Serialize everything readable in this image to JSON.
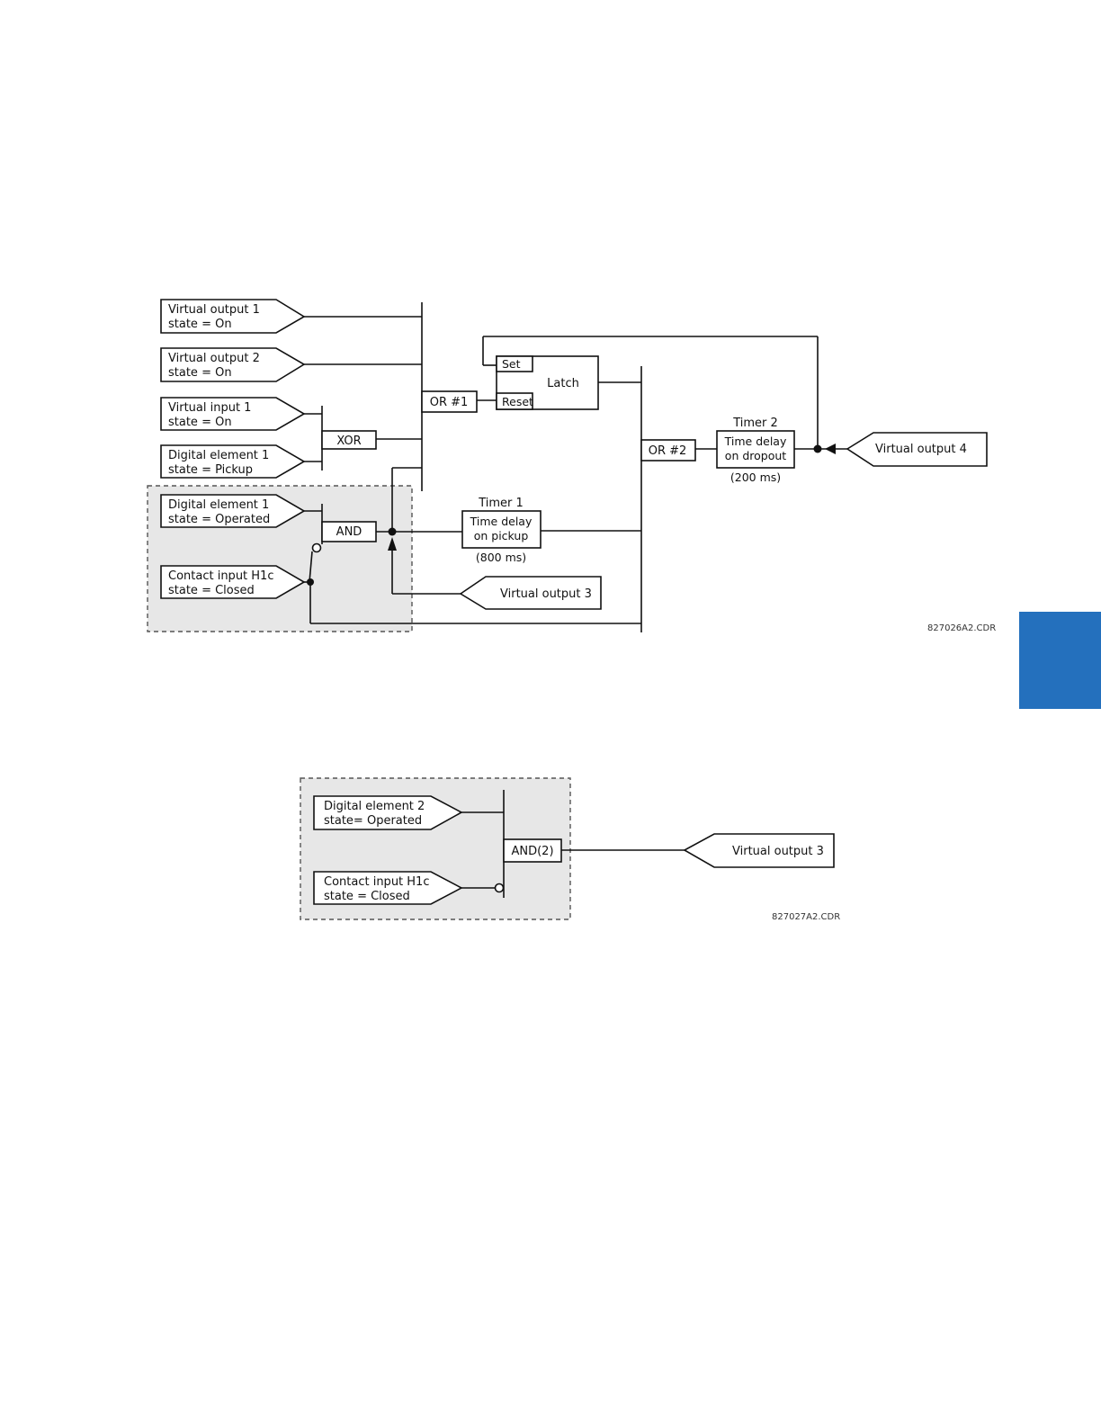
{
  "diagram1": {
    "inputs": {
      "vo1": [
        "Virtual output 1",
        "state = On"
      ],
      "vo2": [
        "Virtual output 2",
        "state = On"
      ],
      "vi1": [
        "Virtual input 1",
        "state = On"
      ],
      "de1p": [
        "Digital element 1",
        "state = Pickup"
      ],
      "de1o": [
        "Digital element 1",
        "state = Operated"
      ],
      "ci": [
        "Contact input H1c",
        "state = Closed"
      ]
    },
    "gates": {
      "xor": "XOR",
      "and": "AND",
      "or1": "OR #1",
      "or2": "OR #2"
    },
    "latch": {
      "label": "Latch",
      "set": "Set",
      "reset": "Reset"
    },
    "timer1": {
      "title": "Timer 1",
      "lines": [
        "Time delay",
        "on pickup"
      ],
      "value": "(800 ms)"
    },
    "timer2": {
      "title": "Timer 2",
      "lines": [
        "Time delay",
        "on dropout"
      ],
      "value": "(200 ms)"
    },
    "outputs": {
      "vo3": "Virtual output 3",
      "vo4": "Virtual output 4"
    },
    "code": "827026A2.CDR"
  },
  "diagram2": {
    "inputs": {
      "de2": [
        "Digital element 2",
        "state= Operated"
      ],
      "ci": [
        "Contact input H1c",
        "state = Closed"
      ]
    },
    "gate": "AND(2)",
    "output": "Virtual output 3",
    "code": "827027A2.CDR"
  }
}
